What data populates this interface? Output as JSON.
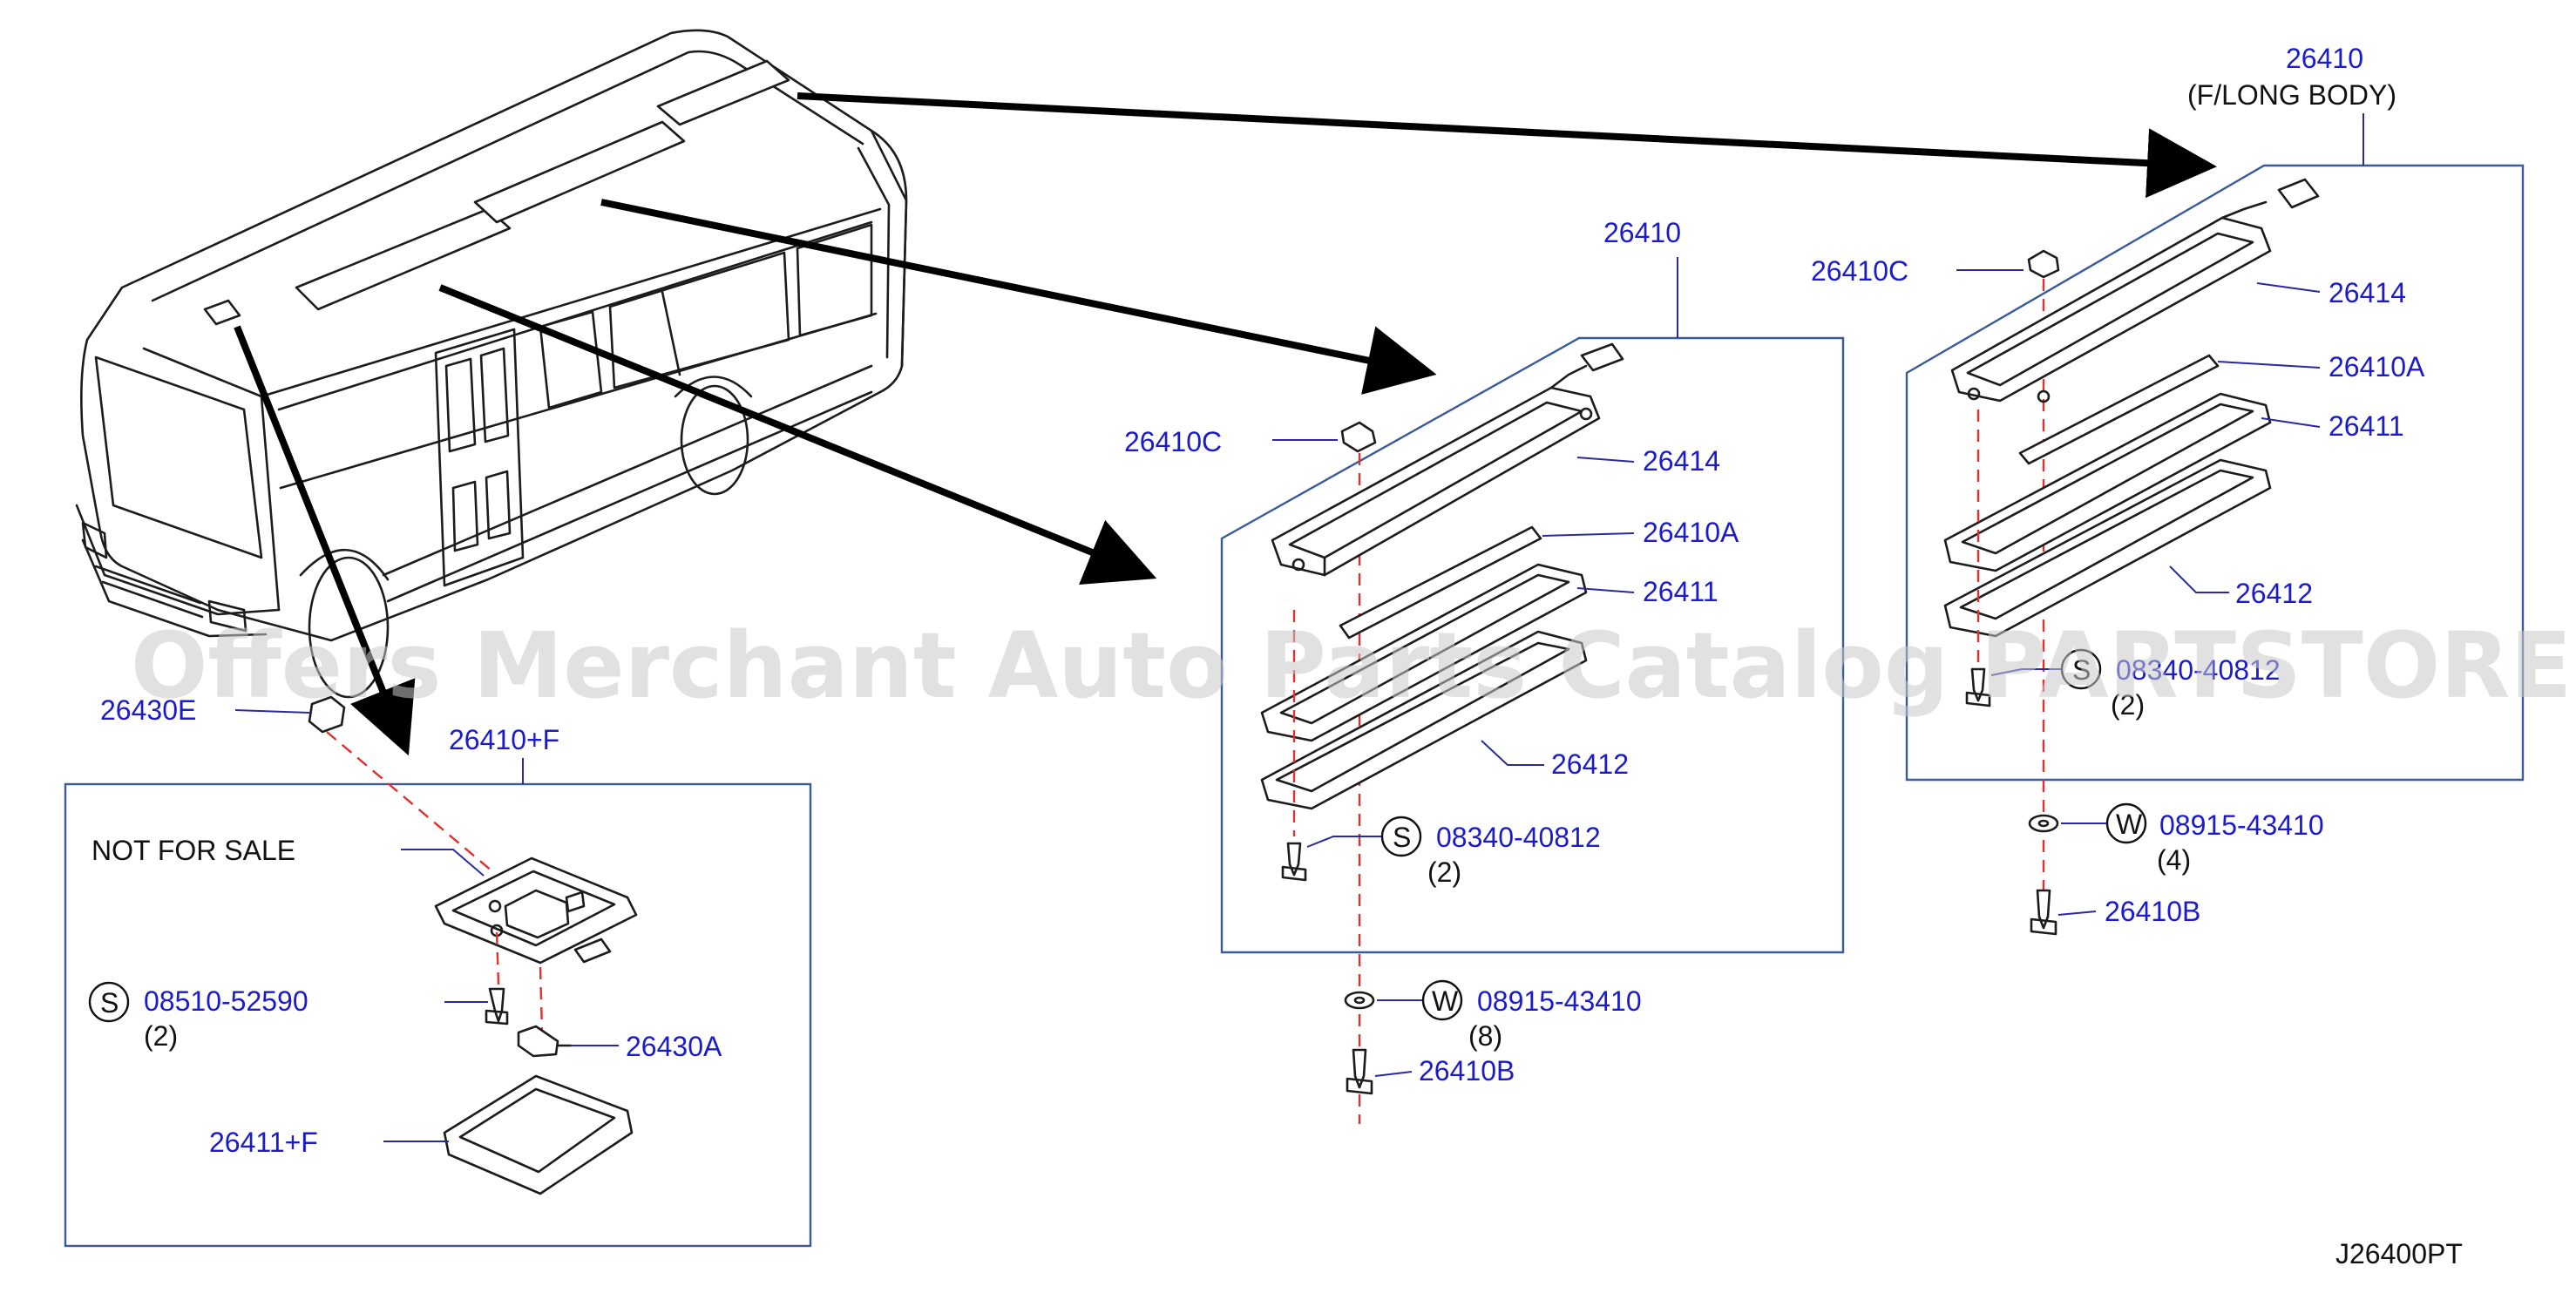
{
  "watermark": "Offers Merchant Auto Parts Catalog PARTSTORE.SA",
  "diagram_code": "J26400PT",
  "labels": {
    "l26410_long": "26410",
    "long_body": "(F/LONG  BODY)",
    "l26410_mid": "26410",
    "l26410C_mid": "26410C",
    "l26414_mid": "26414",
    "l26410A_mid": "26410A",
    "l26411_mid": "26411",
    "l26412_mid": "26412",
    "s_code_mid": "08340-40812",
    "s_qty_mid": "(2)",
    "w_code_mid": "08915-43410",
    "w_qty_mid": "(8)",
    "l26410B_mid": "26410B",
    "l26410C_right": "26410C",
    "l26414_right": "26414",
    "l26410A_right": "26410A",
    "l26411_right": "26411",
    "l26412_right": "26412",
    "s_code_right": "08340-40812",
    "s_qty_right": "(2)",
    "w_code_right": "08915-43410",
    "w_qty_right": "(4)",
    "l26410B_right": "26410B",
    "l26430E": "26430E",
    "l26410F": "26410+F",
    "not_for_sale": "NOT  FOR  SALE",
    "s_code_left": "08510-52590",
    "s_qty_left": "(2)",
    "l26430A": "26430A",
    "l26411F": "26411+F",
    "s_mark": "S",
    "w_mark": "W"
  }
}
